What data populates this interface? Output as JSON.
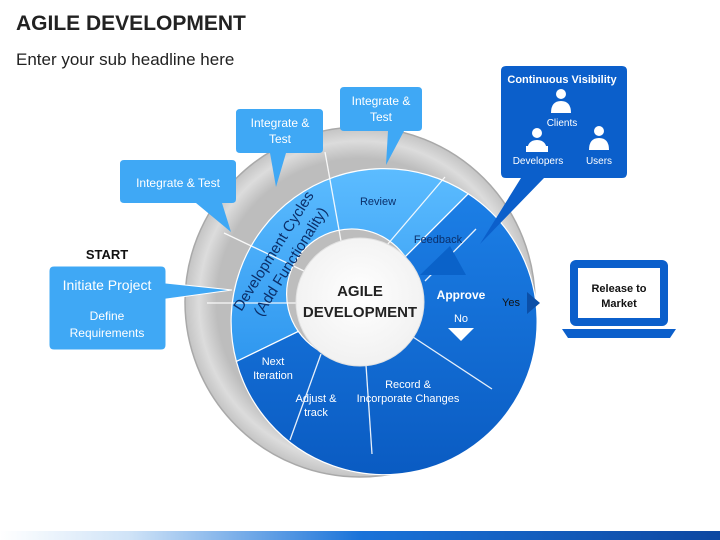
{
  "title": "AGILE DEVELOPMENT",
  "subtitle": "Enter your sub headline here",
  "start_label": "START",
  "initiate": {
    "title": "Initiate Project",
    "line1": "Define",
    "line2": "Requirements"
  },
  "callout_left": {
    "line1": "Integrate & Test"
  },
  "callout_mid": {
    "line1": "Integrate &",
    "line2": "Test"
  },
  "callout_top": {
    "line1": "Integrate &",
    "line2": "Test"
  },
  "visibility": {
    "title": "Continuous Visibility",
    "clients": "Clients",
    "developers": "Developers",
    "users": "Users"
  },
  "ring": {
    "cycles_line1": "Development Cycles",
    "cycles_line2": "(Add Functionality)",
    "review": "Review",
    "feedback": "Feedback",
    "approve": "Approve",
    "no": "No",
    "record_line1": "Record &",
    "record_line2": "Incorporate Changes",
    "adjust_line1": "Adjust &",
    "adjust_line2": "track",
    "next_line1": "Next",
    "next_line2": "Iteration"
  },
  "center": {
    "line1": "AGILE",
    "line2": "DEVELOPMENT"
  },
  "yes": "Yes",
  "release": {
    "line1": "Release to",
    "line2": "Market"
  },
  "colors": {
    "light_blue": "#3aa6f5",
    "dark_blue": "#0b66d0",
    "navy_box": "#0a5ec9",
    "ring_gray": "#d3d3d3"
  }
}
